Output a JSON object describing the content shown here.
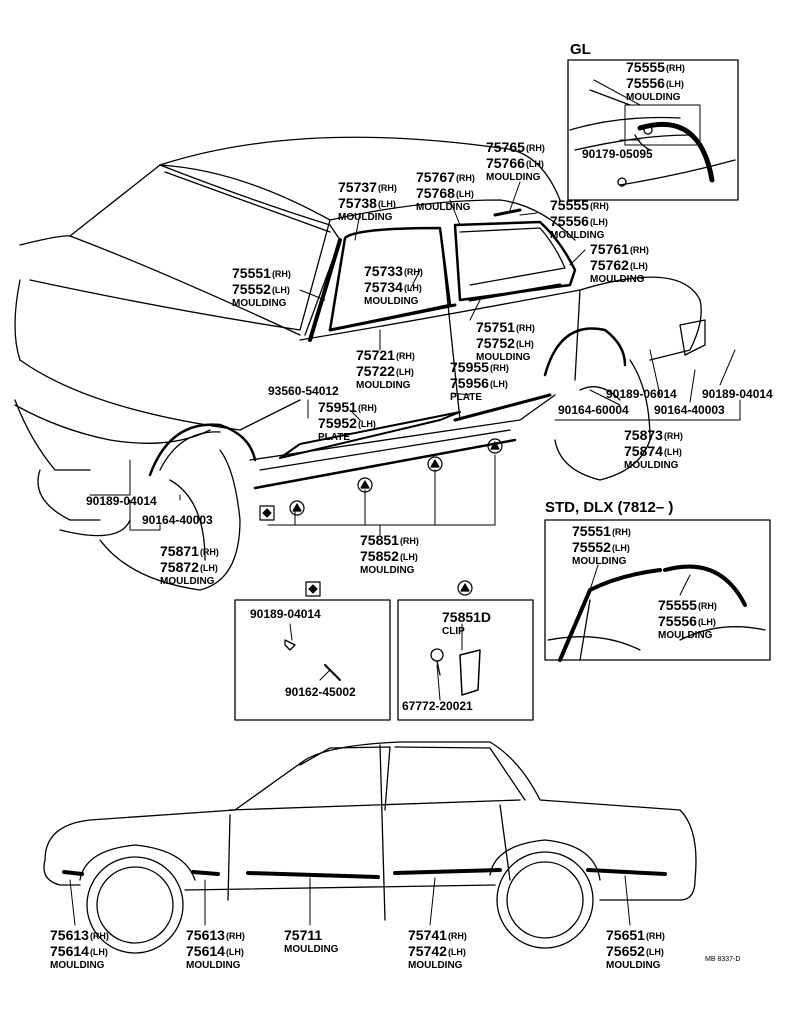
{
  "sections": {
    "gl": "GL",
    "std": "STD, DLX (7812–     )"
  },
  "labels": {
    "l75555_gl": {
      "a": "75555",
      "as": "(RH)",
      "b": "75556",
      "bs": "(LH)",
      "n": "MOULDING"
    },
    "l90179": {
      "a": "90179-05095"
    },
    "l75765": {
      "a": "75765",
      "as": "(RH)",
      "b": "75766",
      "bs": "(LH)",
      "n": "MOULDING"
    },
    "l75767": {
      "a": "75767",
      "as": "(RH)",
      "b": "75768",
      "bs": "(LH)",
      "n": "MOULDING"
    },
    "l75737": {
      "a": "75737",
      "as": "(RH)",
      "b": "75738",
      "bs": "(LH)",
      "n": "MOULDING"
    },
    "l75555": {
      "a": "75555",
      "as": "(RH)",
      "b": "75556",
      "bs": "(LH)",
      "n": "MOULDING"
    },
    "l75761": {
      "a": "75761",
      "as": "(RH)",
      "b": "75762",
      "bs": "(LH)",
      "n": "MOULDING"
    },
    "l75551": {
      "a": "75551",
      "as": "(RH)",
      "b": "75552",
      "bs": "(LH)",
      "n": "MOULDING"
    },
    "l75733": {
      "a": "75733",
      "as": "(RH)",
      "b": "75734",
      "bs": "(LH)",
      "n": "MOULDING"
    },
    "l75751": {
      "a": "75751",
      "as": "(RH)",
      "b": "75752",
      "bs": "(LH)",
      "n": "MOULDING"
    },
    "l75721": {
      "a": "75721",
      "as": "(RH)",
      "b": "75722",
      "bs": "(LH)",
      "n": "MOULDING"
    },
    "l75955": {
      "a": "75955",
      "as": "(RH)",
      "b": "75956",
      "bs": "(LH)",
      "n": "PLATE"
    },
    "l93560": {
      "a": "93560-54012"
    },
    "l75951": {
      "a": "75951",
      "as": "(RH)",
      "b": "75952",
      "bs": "(LH)",
      "n": "PLATE"
    },
    "l90189_06014": {
      "a": "90189-06014"
    },
    "l90189_04014r": {
      "a": "90189-04014"
    },
    "l90164_60004": {
      "a": "90164-60004"
    },
    "l90164_40003r": {
      "a": "90164-40003"
    },
    "l75873": {
      "a": "75873",
      "as": "(RH)",
      "b": "75874",
      "bs": "(LH)",
      "n": "MOULDING"
    },
    "l90189_04014l": {
      "a": "90189-04014"
    },
    "l90164_40003l": {
      "a": "90164-40003"
    },
    "l75871": {
      "a": "75871",
      "as": "(RH)",
      "b": "75872",
      "bs": "(LH)",
      "n": "MOULDING"
    },
    "l75851": {
      "a": "75851",
      "as": "(RH)",
      "b": "75852",
      "bs": "(LH)",
      "n": "MOULDING"
    },
    "l75551_std": {
      "a": "75551",
      "as": "(RH)",
      "b": "75552",
      "bs": "(LH)",
      "n": "MOULDING"
    },
    "l75555_std": {
      "a": "75555",
      "as": "(RH)",
      "b": "75556",
      "bs": "(LH)",
      "n": "MOULDING"
    },
    "box1_a": {
      "a": "90189-04014"
    },
    "box1_b": {
      "a": "90162-45002"
    },
    "box2_a": {
      "a": "75851D",
      "n": "CLIP"
    },
    "box2_b": {
      "a": "67772-20021"
    },
    "l75613a": {
      "a": "75613",
      "as": "(RH)",
      "b": "75614",
      "bs": "(LH)",
      "n": "MOULDING"
    },
    "l75613b": {
      "a": "75613",
      "as": "(RH)",
      "b": "75614",
      "bs": "(LH)",
      "n": "MOULDING"
    },
    "l75711": {
      "a": "75711",
      "n": "MOULDING"
    },
    "l75741": {
      "a": "75741",
      "as": "(RH)",
      "b": "75742",
      "bs": "(LH)",
      "n": "MOULDING"
    },
    "l75651": {
      "a": "75651",
      "as": "(RH)",
      "b": "75652",
      "bs": "(LH)",
      "n": "MOULDING"
    }
  },
  "code": "MB 8337-D"
}
